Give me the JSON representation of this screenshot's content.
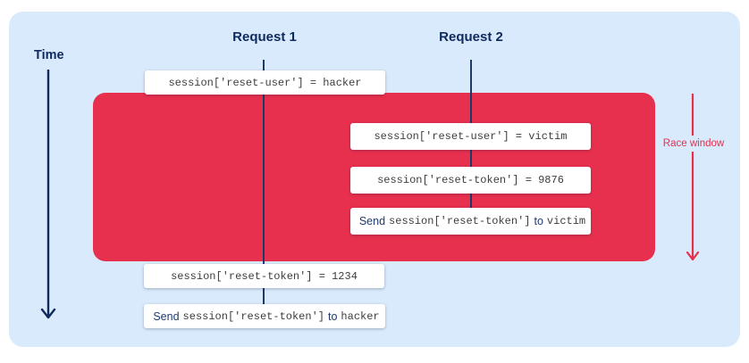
{
  "diagram": {
    "time_label": "Time",
    "race_window_label": "Race window",
    "lanes": [
      {
        "label": "Request 1"
      },
      {
        "label": "Request 2"
      }
    ],
    "events": [
      {
        "id": "set-reset-user-hacker",
        "lane": "Request 1",
        "in_race_window": false,
        "code": "session['reset-user'] = hacker"
      },
      {
        "id": "set-reset-user-victim",
        "lane": "Request 2",
        "in_race_window": true,
        "code": "session['reset-user'] = victim"
      },
      {
        "id": "set-reset-token-9876",
        "lane": "Request 2",
        "in_race_window": true,
        "code": "session['reset-token'] = 9876"
      },
      {
        "id": "send-reset-token-victim",
        "lane": "Request 2",
        "in_race_window": true,
        "send_label": "Send",
        "code": "session['reset-token']",
        "to_label": "to",
        "target": "victim"
      },
      {
        "id": "set-reset-token-1234",
        "lane": "Request 1",
        "in_race_window": false,
        "code": "session['reset-token'] = 1234"
      },
      {
        "id": "send-reset-token-hacker",
        "lane": "Request 1",
        "in_race_window": false,
        "send_label": "Send",
        "code": "session['reset-token']",
        "to_label": "to",
        "target": "hacker"
      }
    ],
    "colors": {
      "panel_bg": "#d8eafb",
      "race_window_bg": "#e7304e",
      "navy_text": "#0f2a5e",
      "lane_line": "#1e3a66",
      "code_text": "#3d3d3d",
      "event_box_bg": "#ffffff",
      "race_accent": "#e7304e"
    }
  }
}
